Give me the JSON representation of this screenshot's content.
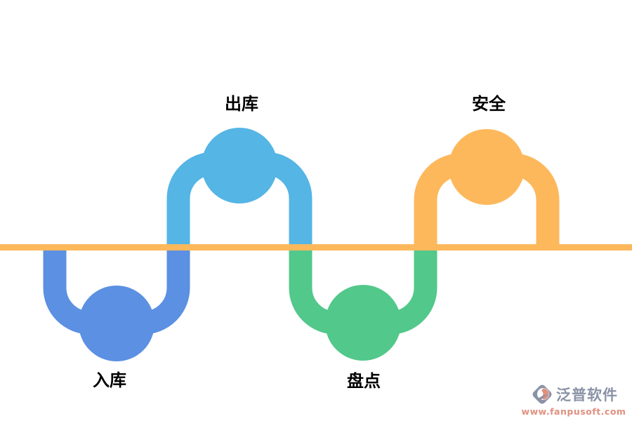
{
  "diagram": {
    "type": "process-wave",
    "baseline_color": "#FDB85C",
    "background_color": "#FFFFFF",
    "label_color": "#000000",
    "nodes": [
      {
        "label": "入库",
        "position": "below-line",
        "color": "#5B90E2"
      },
      {
        "label": "出库",
        "position": "above-line",
        "color": "#55B5E5"
      },
      {
        "label": "盘点",
        "position": "below-line",
        "color": "#52C88B"
      },
      {
        "label": "安全",
        "position": "above-line",
        "color": "#FDB85C"
      }
    ]
  },
  "watermark": {
    "brand": "泛普软件",
    "url": "www.fanpusoft.com",
    "brand_color": "#8A93A6",
    "url_color": "#E0907F",
    "logo": "fanpu-logo"
  }
}
